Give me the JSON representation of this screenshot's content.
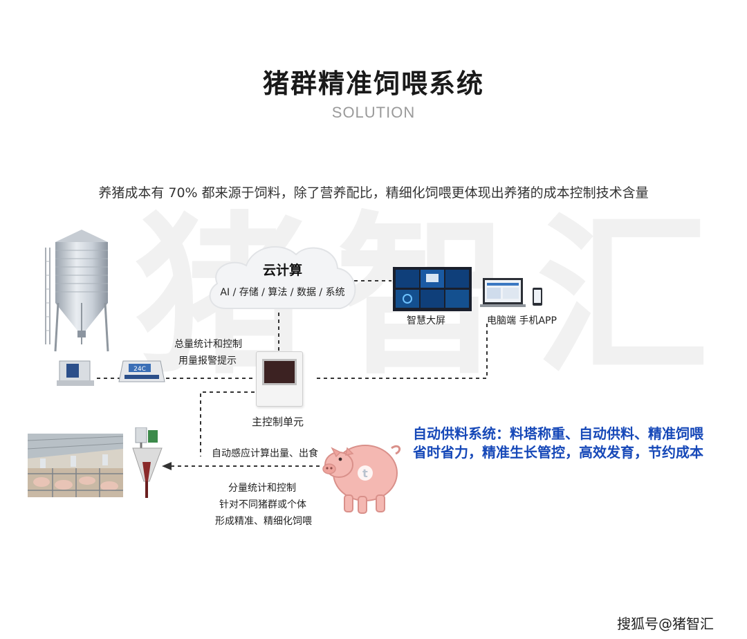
{
  "header": {
    "title": "猪群精准饲喂系统",
    "subtitle": "SOLUTION",
    "intro": "养猪成本有 70% 都来源于饲料，除了营养配比，精细化饲喂更体现出养猪的成本控制技术含量"
  },
  "watermark": "猪智汇",
  "cloud": {
    "title": "云计算",
    "subtitle": "AI / 存储 / 算法 / 数据 / 系统"
  },
  "nodes": {
    "smart_screen": "智慧大屏",
    "pc_app": "电脑端 手机APP",
    "main_control": "主控制单元",
    "scale_display": "24C",
    "pig_badge": "t"
  },
  "flows": {
    "silo_stats": [
      "总量统计和控制",
      "用量报警提示"
    ],
    "auto_sense": "自动感应计算出量、出食",
    "portion": [
      "分量统计和控制",
      "针对不同猪群或个体",
      "形成精准、精细化饲喂"
    ]
  },
  "feature": {
    "line1": "自动供料系统：料塔称重、自动供料、精准饲喂",
    "line2": "省时省力，精准生长管控，高效发育，节约成本"
  },
  "footer": "搜狐号@猪智汇",
  "colors": {
    "feature_blue": "#1648b8",
    "title": "#1a1a1a",
    "subtitle": "#9a9a9a"
  }
}
